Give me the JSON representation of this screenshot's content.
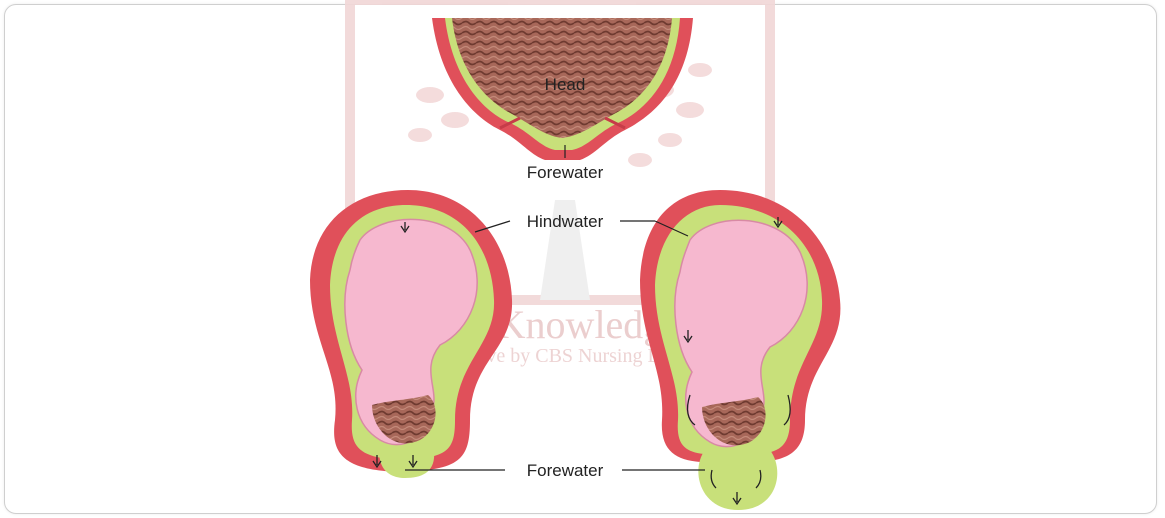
{
  "diagram": {
    "labels": {
      "head": "Head",
      "forewater_top": "Forewater",
      "hindwater": "Hindwater",
      "forewater_bottom": "Forewater"
    },
    "watermark": {
      "title": "Nursing Knowledge Tree",
      "subtitle": "An Initiative by CBS Nursing Division"
    },
    "colors": {
      "uterus_wall": "#e0505a",
      "amniotic_fluid": "#c8e07a",
      "fetus_skin": "#f6b8cf",
      "hair": "#9a5a4c",
      "watermark": "#e6c4c4"
    }
  }
}
